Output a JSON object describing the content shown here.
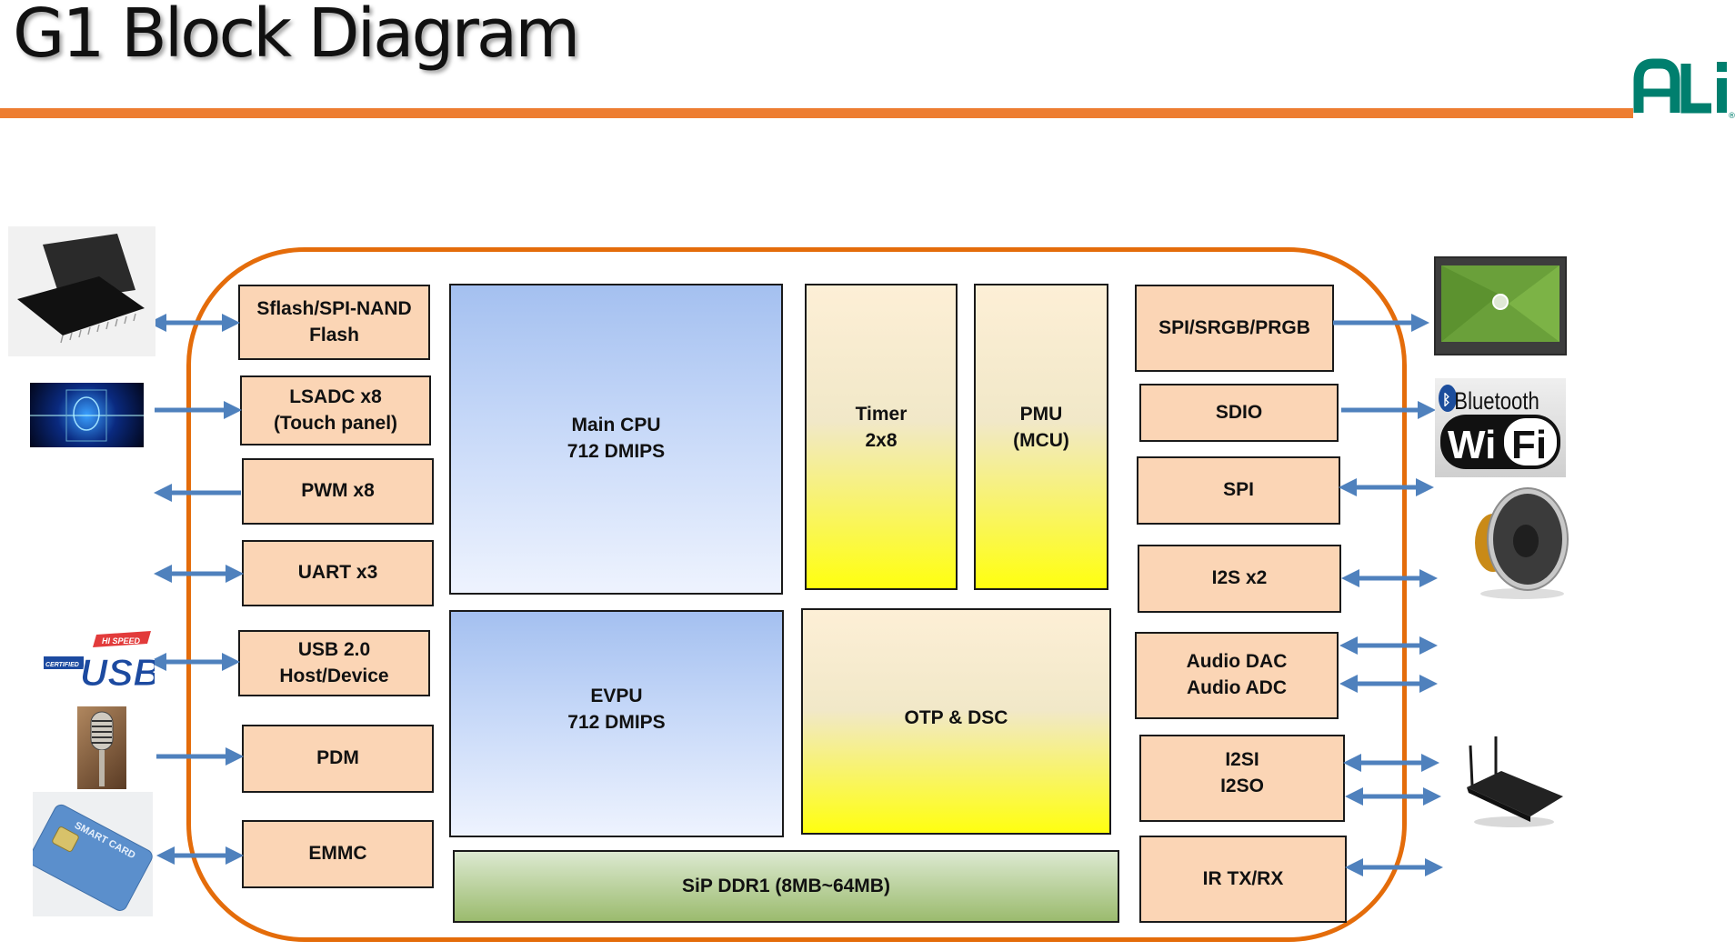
{
  "slide": {
    "title": "G1 Block Diagram",
    "logo_text": "ALi",
    "logo_mark": "®",
    "colors": {
      "accent_orange": "#ED7D31",
      "container_orange": "#E46C0A",
      "arrow_blue": "#4F81BD",
      "logo_green": "#007F6E",
      "peach": "#FBD5B5"
    }
  },
  "left_blocks": [
    {
      "id": "sflash",
      "line1": "Sflash/SPI-NAND",
      "line2": "Flash",
      "arrow": "both"
    },
    {
      "id": "lsadc",
      "line1": "LSADC x8",
      "line2": "(Touch panel)",
      "arrow": "in"
    },
    {
      "id": "pwm",
      "line1": "PWM x8",
      "line2": "",
      "arrow": "out"
    },
    {
      "id": "uart",
      "line1": "UART x3",
      "line2": "",
      "arrow": "both"
    },
    {
      "id": "usb",
      "line1": "USB 2.0",
      "line2": "Host/Device",
      "arrow": "both"
    },
    {
      "id": "pdm",
      "line1": "PDM",
      "line2": "",
      "arrow": "in"
    },
    {
      "id": "emmc",
      "line1": "EMMC",
      "line2": "",
      "arrow": "both"
    }
  ],
  "core_blocks": {
    "main_cpu": {
      "line1": "Main CPU",
      "line2": "712 DMIPS"
    },
    "evpu": {
      "line1": "EVPU",
      "line2": "712 DMIPS"
    },
    "timer": {
      "line1": "Timer",
      "line2": "2x8"
    },
    "pmu": {
      "line1": "PMU",
      "line2": "(MCU)"
    },
    "otp": {
      "line1": "OTP & DSC"
    },
    "ddr": {
      "line1": "SiP DDR1 (8MB~64MB)"
    }
  },
  "right_blocks": [
    {
      "id": "spi-srgb-prgb",
      "line1": "SPI/SRGB/PRGB",
      "line2": "",
      "arrow": "out"
    },
    {
      "id": "sdio",
      "line1": "SDIO",
      "line2": "",
      "arrow": "out"
    },
    {
      "id": "spi",
      "line1": "SPI",
      "line2": "",
      "arrow": "both"
    },
    {
      "id": "i2s",
      "line1": "I2S x2",
      "line2": "",
      "arrow": "both"
    },
    {
      "id": "audio",
      "line1": "Audio DAC",
      "line2": "Audio ADC",
      "arrow": "both x2"
    },
    {
      "id": "i2si-i2so",
      "line1": "I2SI",
      "line2": "I2SO",
      "arrow": "both x2"
    },
    {
      "id": "ir",
      "line1": "IR TX/RX",
      "line2": "",
      "arrow": "both"
    }
  ],
  "peripheral_images": {
    "left": [
      "flash-chip",
      "touch-panel-face-scan",
      "usb-hi-speed-logo",
      "microphone",
      "smart-card"
    ],
    "right": [
      "tablet-display",
      "bluetooth-wifi-logo",
      "speaker",
      "wireless-router"
    ],
    "usb_logo_text": {
      "top": "HI SPEED",
      "main": "USB",
      "side": "CERTIFIED"
    },
    "bt_wifi_text": {
      "bt": "Bluetooth",
      "wi": "Wi",
      "fi": "Fi"
    },
    "smart_card_text": "SMART CARD"
  }
}
